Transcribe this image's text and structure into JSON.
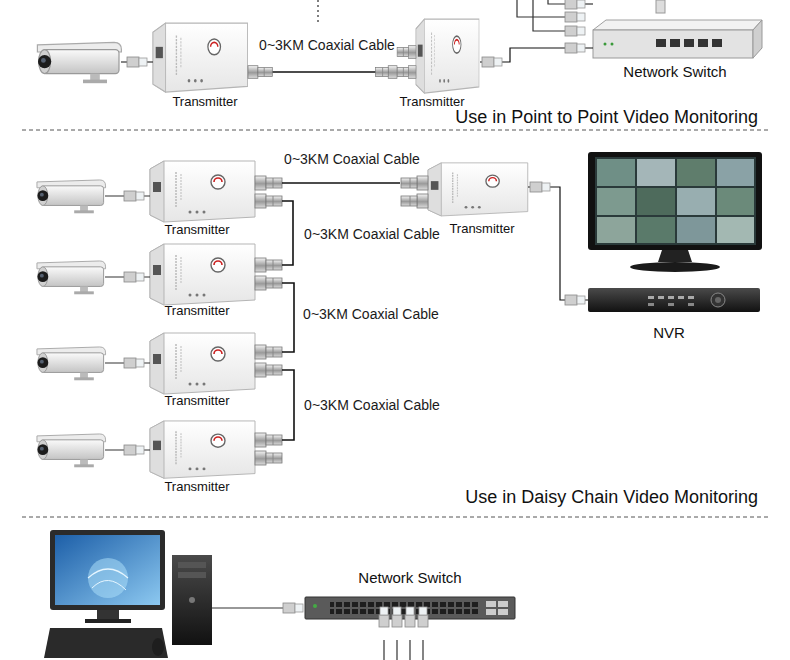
{
  "diagram": {
    "nodes": [
      {
        "text": [
          "Transmitter"
        ]
      },
      {
        "text": [
          "Transmitter"
        ]
      },
      {
        "text": [
          "Network Switch"
        ]
      },
      {
        "text": [
          "Transmitter"
        ]
      },
      {
        "text": [
          "Transmitter"
        ]
      },
      {
        "text": [
          "Transmitter"
        ]
      },
      {
        "text": [
          "NVR"
        ]
      },
      {
        "text": [
          "Transmitter"
        ]
      },
      {
        "text": [
          "Transmitter"
        ]
      },
      {
        "text": [
          "Network Switch"
        ]
      }
    ],
    "edges": [
      {
        "from": 0,
        "to": 1,
        "label": "0~3KM Coaxial Cable",
        "arrow": "none"
      },
      {
        "from": 1,
        "to": 2,
        "arrow": "none"
      },
      {
        "from": 3,
        "to": 4,
        "label": "0~3KM Coaxial Cable",
        "arrow": "none"
      },
      {
        "from": 3,
        "to": 5,
        "label": "0~3KM Coaxial Cable",
        "arrow": "none"
      },
      {
        "from": 4,
        "to": 6,
        "arrow": "none"
      },
      {
        "from": 5,
        "to": 7,
        "label": "0~3KM Coaxial Cable",
        "arrow": "none"
      },
      {
        "from": 7,
        "to": 8,
        "label": "0~3KM Coaxial Cable",
        "arrow": "none"
      }
    ],
    "labels": [
      "Use in Point to Point Video Monitoring",
      "Use in Daisy Chain Video Monitoring"
    ]
  }
}
